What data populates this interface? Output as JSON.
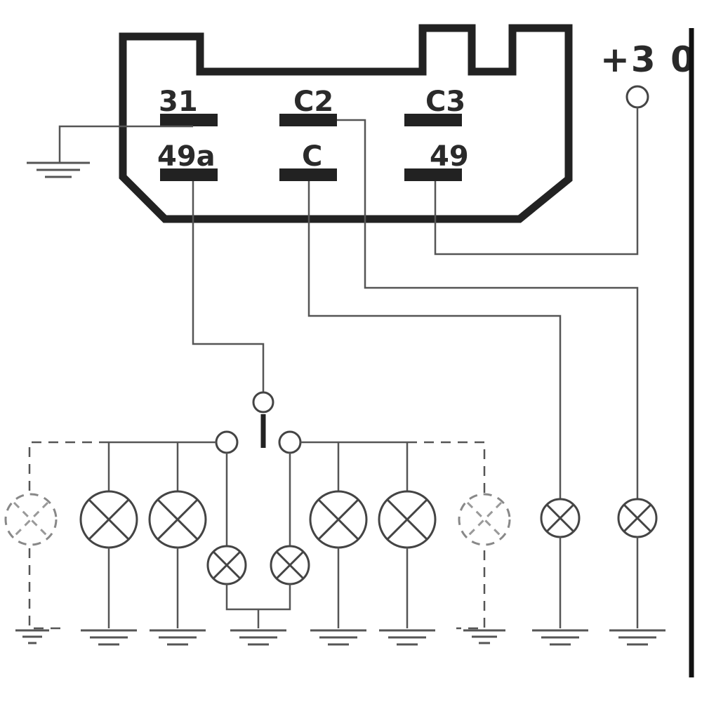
{
  "labels": {
    "pin_31": "31",
    "pin_c2": "C2",
    "pin_c3": "C3",
    "pin_49a": "49a",
    "pin_c": "C",
    "pin_49": "49",
    "supply": "+3 0"
  },
  "colors": {
    "line": "#555555",
    "housing": "#222222",
    "text": "#2a2a2a",
    "background": "#ffffff"
  }
}
